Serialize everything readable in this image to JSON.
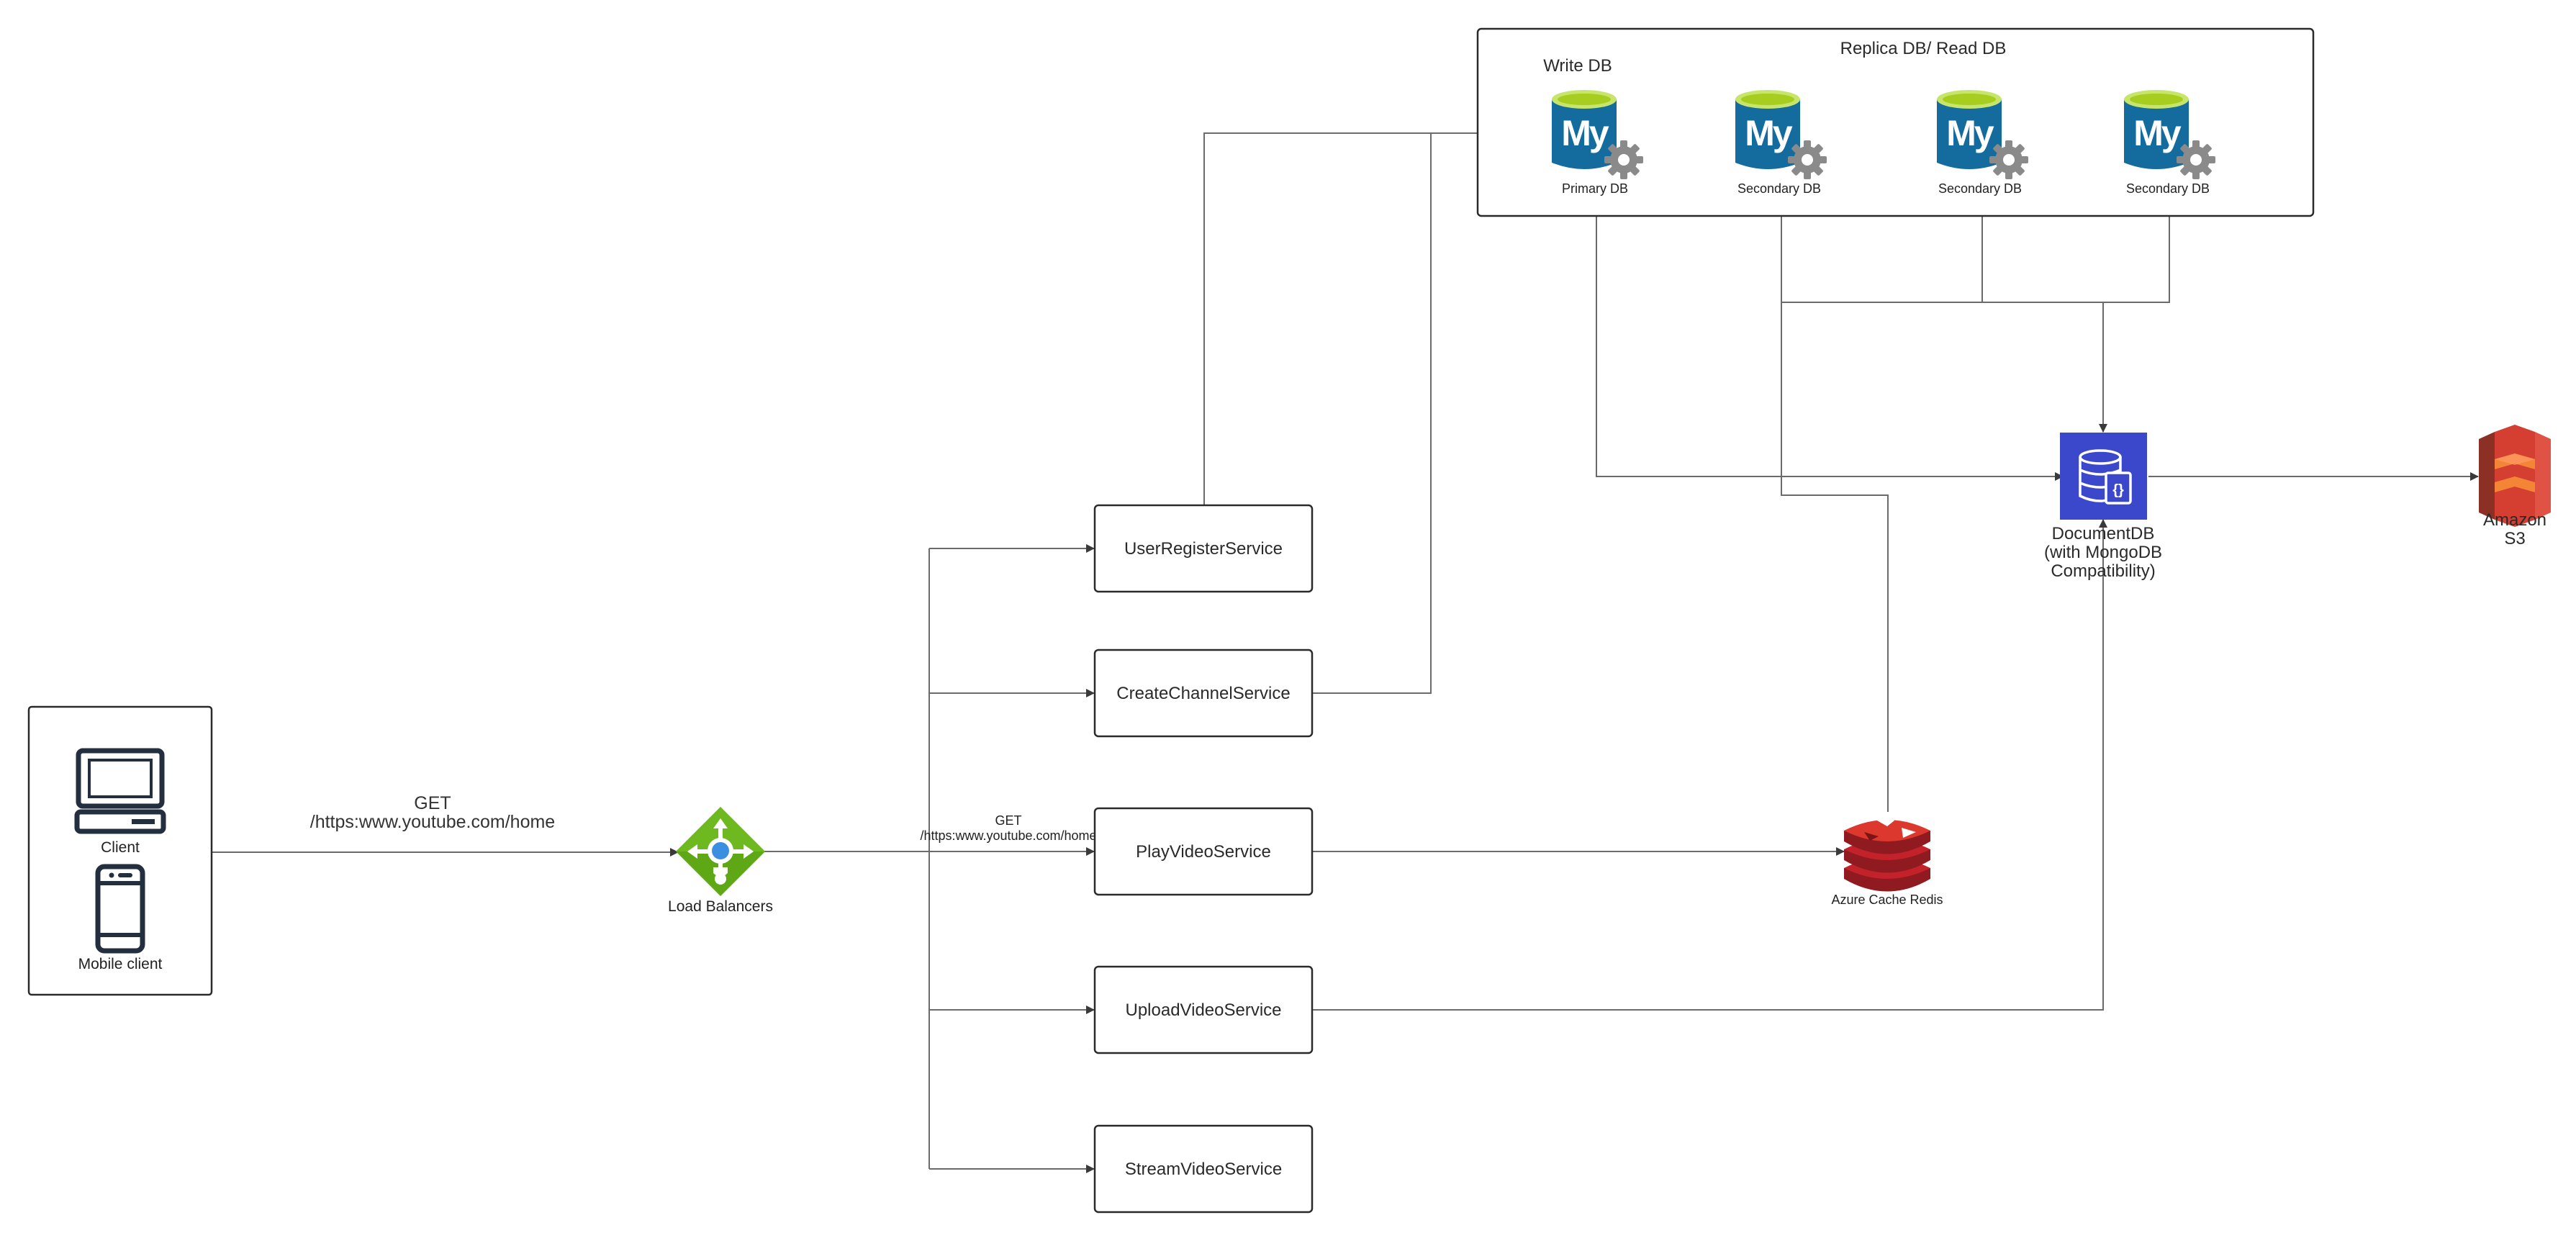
{
  "diagram": {
    "client_group": {
      "client_label": "Client",
      "mobile_label": "Mobile client"
    },
    "request_label": {
      "method": "GET",
      "url": "/https:www.youtube.com/home"
    },
    "load_balancer": {
      "label": "Load Balancers",
      "icon": "load-balancer-icon"
    },
    "fanout_label": {
      "method": "GET",
      "url": "/https:www.youtube.com/home"
    },
    "services": [
      {
        "id": "user-register",
        "label": "UserRegisterService"
      },
      {
        "id": "create-channel",
        "label": "CreateChannelService"
      },
      {
        "id": "play-video",
        "label": "PlayVideoService"
      },
      {
        "id": "upload-video",
        "label": "UploadVideoService"
      },
      {
        "id": "stream-video",
        "label": "StreamVideoService"
      }
    ],
    "db_cluster": {
      "write_label": "Write DB",
      "replica_label": "Replica DB/ Read DB",
      "primary": {
        "label": "Primary DB",
        "icon": "mysql-icon"
      },
      "secondaries": [
        {
          "label": "Secondary DB",
          "icon": "mysql-icon"
        },
        {
          "label": "Secondary DB",
          "icon": "mysql-icon"
        },
        {
          "label": "Secondary DB",
          "icon": "mysql-icon"
        }
      ]
    },
    "cache": {
      "label": "Azure Cache Redis",
      "icon": "redis-icon"
    },
    "document_db": {
      "label_lines": [
        "DocumentDB",
        "(with MongoDB",
        "Compatibility)"
      ],
      "icon": "documentdb-icon"
    },
    "storage": {
      "label_lines": [
        "Amazon",
        "S3"
      ],
      "icon": "s3-bucket-icon"
    }
  },
  "colors": {
    "line": "#6b6b6b",
    "box_border": "#2a2a2a",
    "mysql_blue": "#136b9e",
    "mysql_top": "#a6cd1f",
    "gear": "#8a8a8a",
    "load_balancer_green": "#5ea815",
    "load_balancer_dot": "#3b8fe0",
    "redis_red": "#c4222a",
    "documentdb_blue": "#3b48cc",
    "s3_red": "#d43f32",
    "client_icon": "#232f3e"
  }
}
